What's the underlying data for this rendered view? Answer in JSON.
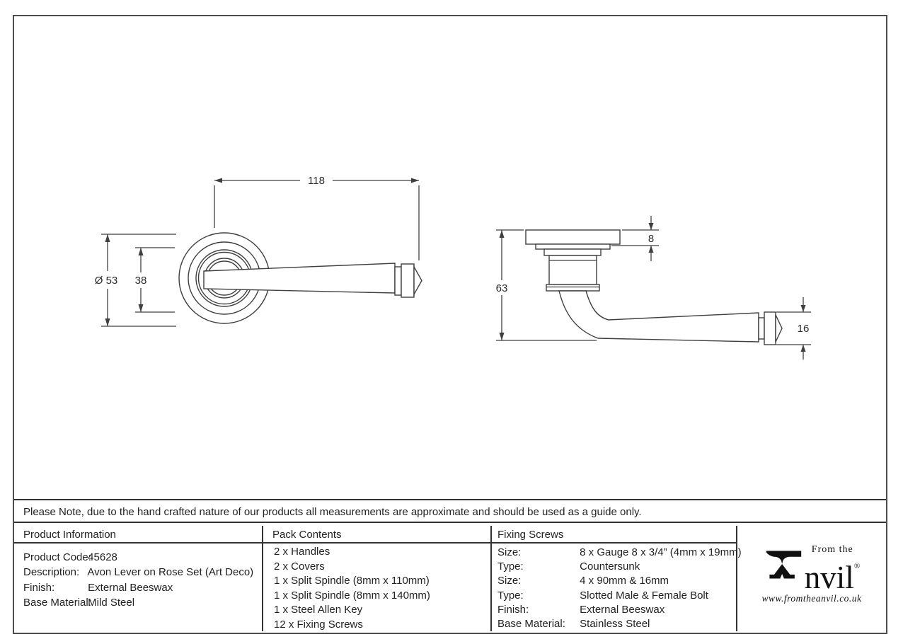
{
  "note": "Please Note, due to the hand crafted nature of our products all measurements are approximate and should be used as a guide only.",
  "drawing": {
    "front_view": {
      "dim_length": "118",
      "dim_rose_diameter": "Ø 53",
      "dim_inner_diameter": "38"
    },
    "side_view": {
      "dim_projection": "63",
      "dim_rose_thickness": "8",
      "dim_lever_thickness": "16"
    }
  },
  "table": {
    "product_information": {
      "header": "Product Information",
      "rows": [
        {
          "label": "Product Code:",
          "value": "45628"
        },
        {
          "label": "Description:",
          "value": "Avon Lever on Rose Set (Art Deco)"
        },
        {
          "label": "Finish:",
          "value": "External Beeswax"
        },
        {
          "label": "Base Material:",
          "value": "Mild Steel"
        }
      ]
    },
    "pack_contents": {
      "header": "Pack Contents",
      "items": [
        "2 x Handles",
        "2 x Covers",
        "1 x Split Spindle (8mm x 110mm)",
        "1 x Split Spindle (8mm x 140mm)",
        "1 x Steel Allen Key",
        "12 x Fixing Screws"
      ]
    },
    "fixing_screws": {
      "header": "Fixing Screws",
      "rows": [
        {
          "label": "Size:",
          "value": "8 x Gauge 8 x 3/4” (4mm x 19mm)"
        },
        {
          "label": "Type:",
          "value": "Countersunk"
        },
        {
          "label": "Size:",
          "value": "4 x 90mm & 16mm"
        },
        {
          "label": "Type:",
          "value": "Slotted Male & Female Bolt"
        },
        {
          "label": "Finish:",
          "value": "External Beeswax"
        },
        {
          "label": "Base Material:",
          "value": "Stainless Steel"
        }
      ]
    }
  },
  "logo": {
    "tagline": "From the",
    "brand": "nvil",
    "registered": "®",
    "website": "www.fromtheanvil.co.uk"
  },
  "colors": {
    "line": "#3f3f3f",
    "table_border": "#333333",
    "outer_border": "#4d4d4d",
    "text": "#222222",
    "background": "#ffffff"
  }
}
